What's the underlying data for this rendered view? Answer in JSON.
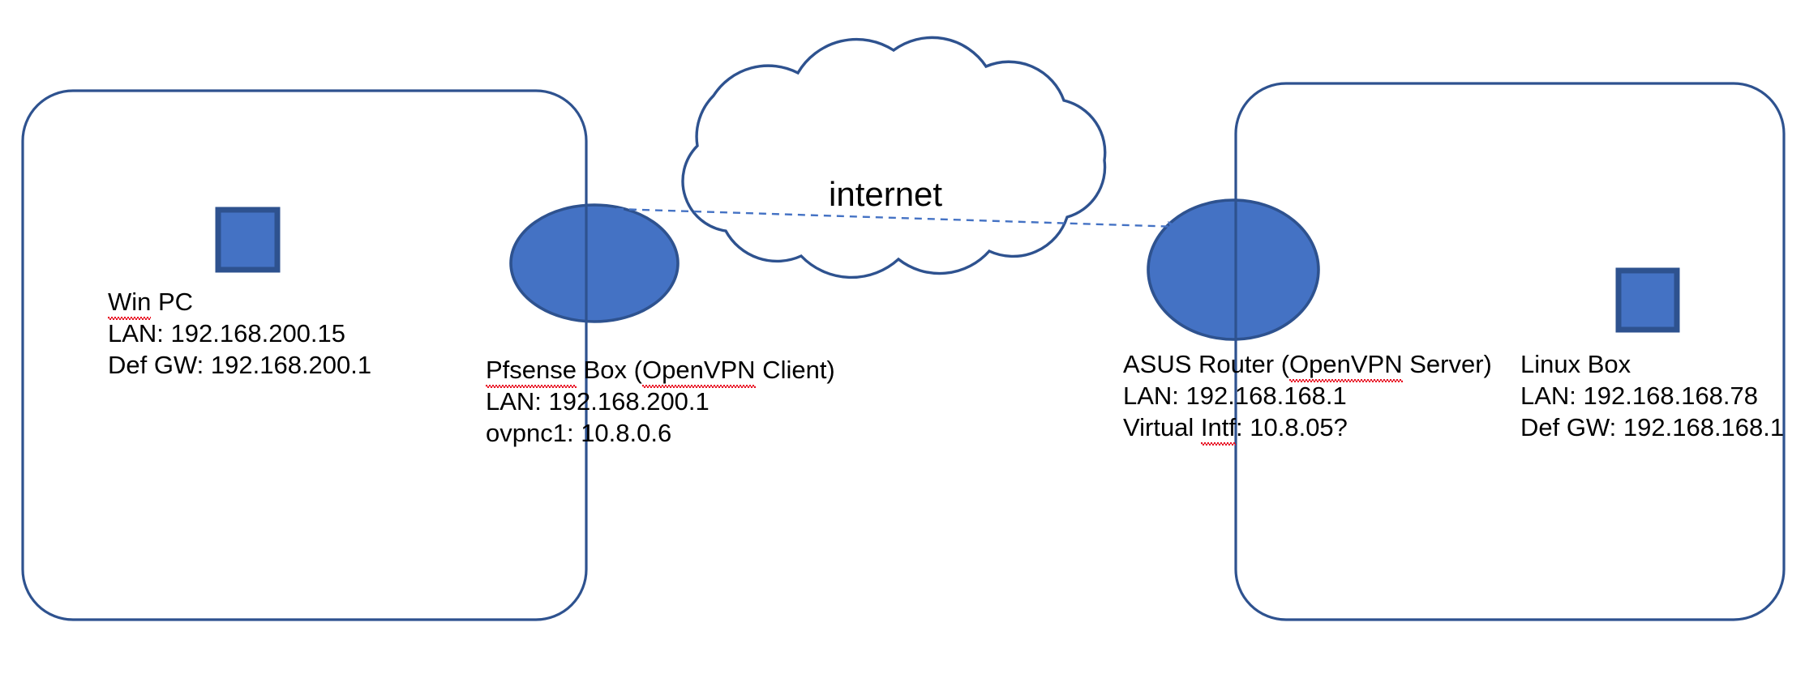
{
  "diagram": {
    "title": "Site-to-Site OpenVPN Network Diagram",
    "colors": {
      "shape_fill": "#4472C4",
      "shape_stroke": "#2E528F",
      "outline_stroke": "#2E528F",
      "cloud_stroke": "#2E528F",
      "tunnel_line": "#4472C4",
      "text": "#000000",
      "spellcheck_underline": "#E81123",
      "background": "#FFFFFF"
    },
    "cloud": {
      "label": "internet"
    },
    "tunnel": {
      "style": "dashed",
      "arrow": "right",
      "from": "pfsense-router",
      "to": "asus-router"
    },
    "left_site": {
      "boundary_name": "left-site-boundary",
      "pc": {
        "icon": "computer-square-icon",
        "lines": [
          {
            "text": "Win PC",
            "misspelled": "Win",
            "rest": " PC"
          },
          {
            "text": "LAN: 192.168.200.15"
          },
          {
            "text": "Def GW: 192.168.200.1"
          }
        ]
      },
      "router": {
        "icon": "router-ellipse-icon",
        "lines": [
          {
            "text": "Pfsense Box (OpenVPN Client)",
            "segments": [
              {
                "t": "Pfsense",
                "misspelled": true
              },
              {
                "t": " Box (",
                "misspelled": false
              },
              {
                "t": "OpenVPN",
                "misspelled": true
              },
              {
                "t": " Client)",
                "misspelled": false
              }
            ]
          },
          {
            "text": "LAN: 192.168.200.1"
          },
          {
            "text": "ovpnc1: 10.8.0.6"
          }
        ]
      }
    },
    "right_site": {
      "boundary_name": "right-site-boundary",
      "router": {
        "icon": "router-ellipse-icon",
        "lines": [
          {
            "text": "ASUS Router (OpenVPN Server)",
            "segments": [
              {
                "t": "ASUS Router (",
                "misspelled": false
              },
              {
                "t": "OpenVPN",
                "misspelled": true
              },
              {
                "t": " Server)",
                "misspelled": false
              }
            ]
          },
          {
            "text": "LAN: 192.168.168.1"
          },
          {
            "text": "Virtual Intf: 10.8.05?",
            "segments": [
              {
                "t": "Virtual ",
                "misspelled": false
              },
              {
                "t": "Intf",
                "misspelled": true
              },
              {
                "t": ": 10.8.05?",
                "misspelled": false
              }
            ]
          }
        ]
      },
      "host": {
        "icon": "computer-square-icon",
        "lines": [
          {
            "text": "Linux Box"
          },
          {
            "text": "LAN: 192.168.168.78"
          },
          {
            "text": "Def GW: 192.168.168.1"
          }
        ]
      }
    }
  }
}
